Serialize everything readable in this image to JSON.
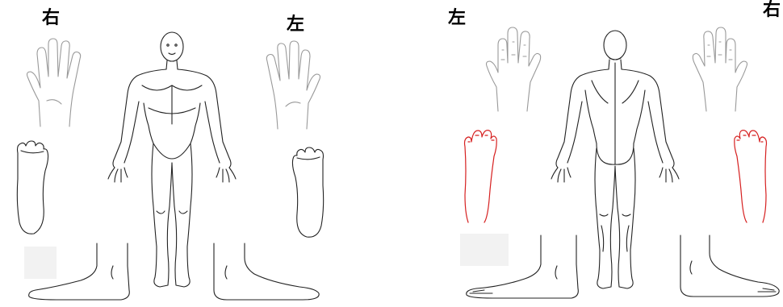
{
  "front": {
    "label_right": "右",
    "label_left": "左"
  },
  "back": {
    "label_left": "左",
    "label_right": "右"
  },
  "colors": {
    "outline": "#222222",
    "hand_outline": "#999999",
    "highlight": "#d62020"
  }
}
